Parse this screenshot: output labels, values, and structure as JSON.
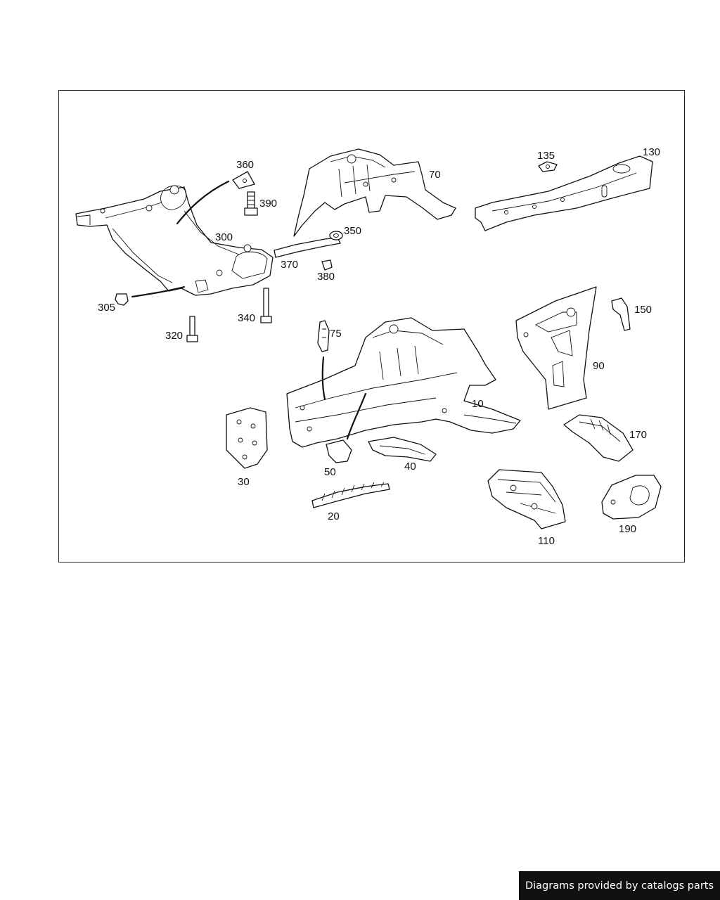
{
  "diagram": {
    "callouts": [
      {
        "id": "p360",
        "label": "360"
      },
      {
        "id": "p390",
        "label": "390"
      },
      {
        "id": "p300",
        "label": "300"
      },
      {
        "id": "p305",
        "label": "305"
      },
      {
        "id": "p320",
        "label": "320"
      },
      {
        "id": "p340",
        "label": "340"
      },
      {
        "id": "p370",
        "label": "370"
      },
      {
        "id": "p350",
        "label": "350"
      },
      {
        "id": "p380",
        "label": "380"
      },
      {
        "id": "p70",
        "label": "70"
      },
      {
        "id": "p135",
        "label": "135"
      },
      {
        "id": "p130",
        "label": "130"
      },
      {
        "id": "p75",
        "label": "75"
      },
      {
        "id": "p150",
        "label": "150"
      },
      {
        "id": "p90",
        "label": "90"
      },
      {
        "id": "p10",
        "label": "10"
      },
      {
        "id": "p30",
        "label": "30"
      },
      {
        "id": "p50",
        "label": "50"
      },
      {
        "id": "p40",
        "label": "40"
      },
      {
        "id": "p170",
        "label": "170"
      },
      {
        "id": "p20",
        "label": "20"
      },
      {
        "id": "p110",
        "label": "110"
      },
      {
        "id": "p190",
        "label": "190"
      }
    ]
  },
  "footer": {
    "credit": "Diagrams provided by catalogs parts"
  }
}
